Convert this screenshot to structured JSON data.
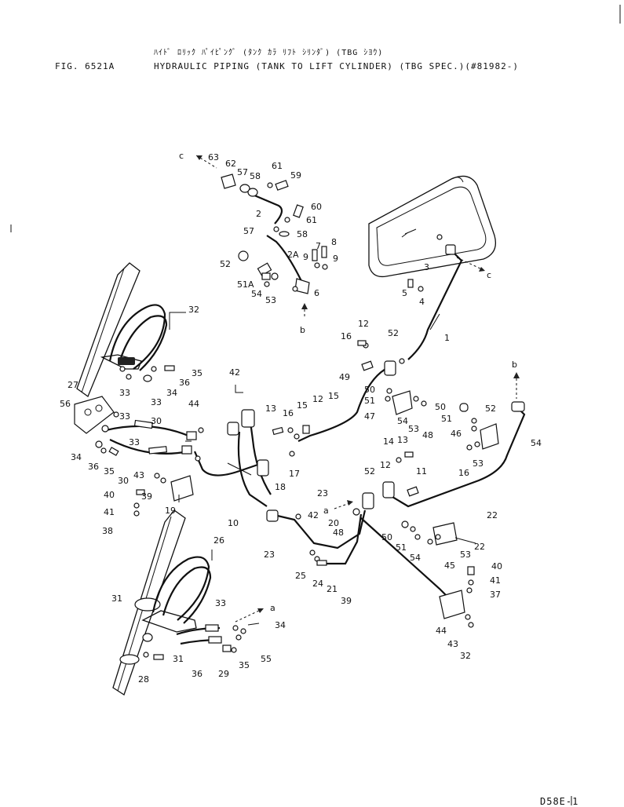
{
  "header": {
    "figure_no": "FIG. 6521A",
    "title_jp": "ﾊｲﾄﾞ ﾛﾘｯｸ ﾊﾟｲﾋﾟﾝｸﾞ (ﾀﾝｸ ｶﾗ ﾘﾌﾄ ｼﾘﾝﾀﾞ) (TBG ｼﾖｳ)",
    "title_en": "HYDRAULIC PIPING (TANK TO LIFT CYLINDER) (TBG SPEC.)(#81982-)"
  },
  "footer": {
    "page_code": "D58E-1"
  },
  "refs": {
    "c": "c",
    "b": "b",
    "a": "a"
  },
  "callouts": [
    "63",
    "62",
    "58",
    "57",
    "61",
    "59",
    "2",
    "60",
    "61",
    "57",
    "58",
    "8",
    "7",
    "9",
    "9",
    "52",
    "2A",
    "51A",
    "54",
    "53",
    "6",
    "3",
    "5",
    "4",
    "1",
    "32",
    "35",
    "36",
    "34",
    "33",
    "27",
    "56",
    "33",
    "33",
    "34",
    "36",
    "35",
    "30",
    "30",
    "33",
    "44",
    "43",
    "39",
    "40",
    "41",
    "38",
    "19",
    "42",
    "13",
    "16",
    "15",
    "12",
    "17",
    "18",
    "10",
    "15",
    "16",
    "12",
    "52",
    "49",
    "50",
    "51",
    "47",
    "54",
    "53",
    "48",
    "50",
    "51",
    "46",
    "52",
    "54",
    "53",
    "16",
    "14",
    "13",
    "12",
    "52",
    "11",
    "22",
    "23",
    "42",
    "20",
    "48",
    "50",
    "51",
    "54",
    "53",
    "45",
    "22",
    "23",
    "25",
    "24",
    "21",
    "39",
    "40",
    "41",
    "37",
    "44",
    "43",
    "32",
    "26",
    "31",
    "33",
    "34",
    "55",
    "31",
    "36",
    "35",
    "29",
    "28"
  ]
}
